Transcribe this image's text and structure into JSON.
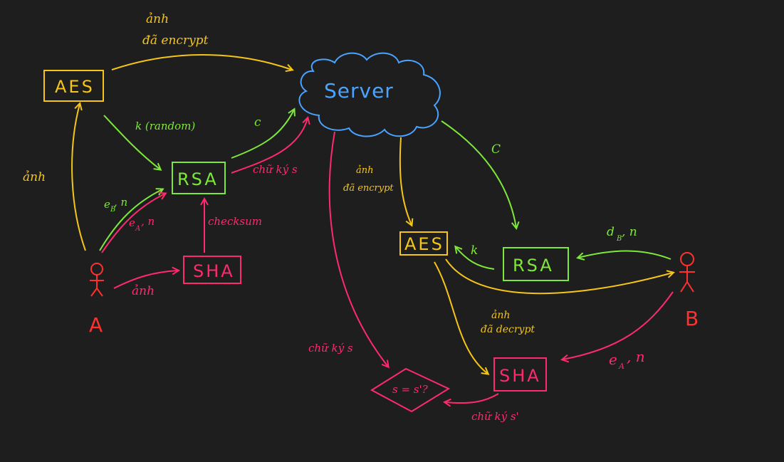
{
  "colors": {
    "background": "#1e1e1e",
    "yellow": "#f5c518",
    "green": "#7ee83a",
    "pink": "#ff2a6d",
    "red": "#ff3030",
    "blue": "#4aa3ff"
  },
  "nodes": {
    "server": "Server",
    "aes_a": "AES",
    "rsa_a": "RSA",
    "sha_a": "SHA",
    "aes_b": "AES",
    "rsa_b": "RSA",
    "sha_b": "SHA",
    "compare": "s = s'?"
  },
  "actors": {
    "a": "A",
    "b": "B"
  },
  "labels": {
    "top_anh": "ảnh",
    "top_encrypt": "đã encrypt",
    "k_random": "k (random)",
    "c_left": "c",
    "chu_ky_s_left": "chữ ký s",
    "anh_left": "ảnh",
    "e_b_n": "e",
    "e_b_n_sub": "B",
    "e_b_n_tail": ", n",
    "e_a_n_left": "e",
    "e_a_n_left_sub": "A",
    "e_a_n_left_tail": ", n",
    "checksum": "checksum",
    "anh_bottom": "ảnh",
    "mid_anh": "ảnh",
    "mid_encrypt": "đã encrypt",
    "c_right": "C",
    "d_b_n": "d",
    "d_b_n_sub": "B",
    "d_b_n_tail": ", n",
    "k_right": "k",
    "decrypt_anh": "ảnh",
    "decrypt_text": "đã decrypt",
    "chu_ky_s_mid": "chữ ký s",
    "e_a_n_right": "e",
    "e_a_n_right_sub": "A",
    "e_a_n_right_tail": ", n",
    "chu_ky_s_prime": "chữ ký s'"
  }
}
